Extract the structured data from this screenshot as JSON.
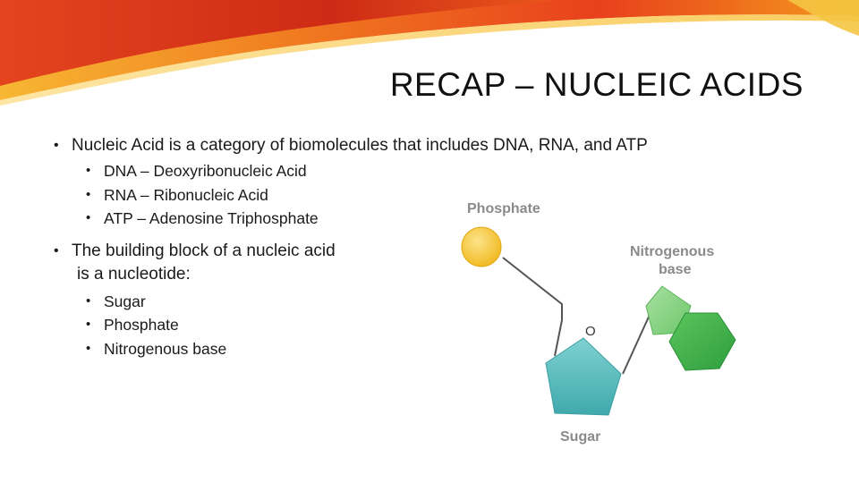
{
  "slide": {
    "title": "RECAP – NUCLEIC ACIDS",
    "bullets": [
      {
        "text": "Nucleic Acid is a category of biomolecules that includes DNA, RNA, and ATP",
        "sub": [
          "DNA – Deoxyribonucleic Acid",
          "RNA – Ribonucleic Acid",
          "ATP – Adenosine Triphosphate"
        ]
      },
      {
        "text_line1": "The building block of a nucleic acid",
        "text_line2": "is a nucleotide:",
        "sub": [
          "Sugar",
          "Phosphate",
          "Nitrogenous base"
        ]
      }
    ]
  },
  "diagram": {
    "labels": {
      "phosphate": "Phosphate",
      "nitrogenous_line1": "Nitrogenous",
      "nitrogenous_line2": "base",
      "oxygen": "O",
      "sugar": "Sugar"
    },
    "colors": {
      "phosphate_fill": "#f4c430",
      "sugar_fill": "#5bbfbf",
      "base_light": "#8fd48f",
      "base_dark": "#3cb54a",
      "bond": "#555555"
    }
  }
}
